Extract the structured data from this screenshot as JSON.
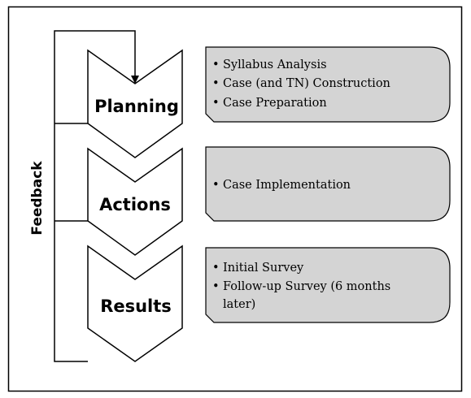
{
  "diagram": {
    "feedback_label": "Feedback",
    "colors": {
      "box_fill": "#d4d4d4",
      "stroke": "#000000",
      "background": "#ffffff"
    },
    "stages": [
      {
        "label": "Planning",
        "items": [
          "Syllabus Analysis",
          "Case (and TN) Construction",
          "Case Preparation"
        ]
      },
      {
        "label": "Actions",
        "items": [
          "Case Implementation"
        ]
      },
      {
        "label": "Results",
        "items": [
          "Initial Survey",
          "Follow-up Survey (6 months",
          "later)"
        ]
      }
    ]
  }
}
